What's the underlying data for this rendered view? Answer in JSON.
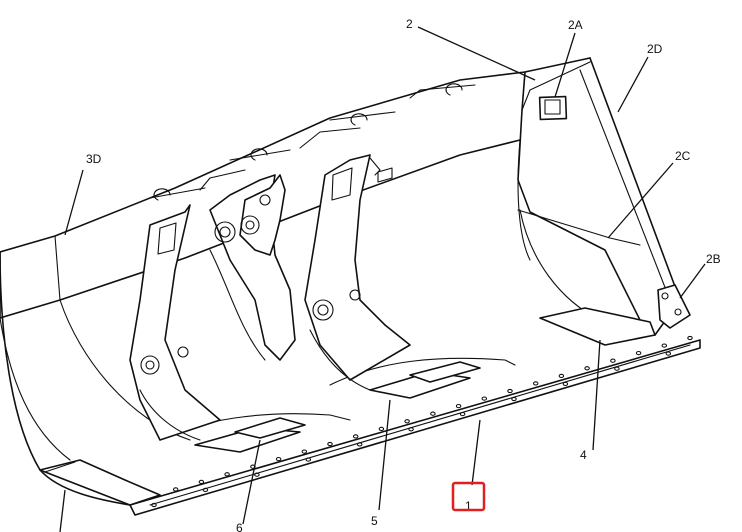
{
  "callouts": {
    "c1": "1",
    "c2": "2",
    "c2a": "2A",
    "c2b": "2B",
    "c2c": "2C",
    "c2d": "2D",
    "c3d": "3D",
    "c4": "4",
    "c5": "5",
    "c6": "6"
  },
  "highlight": {
    "target": "1",
    "color": "#e02020"
  }
}
